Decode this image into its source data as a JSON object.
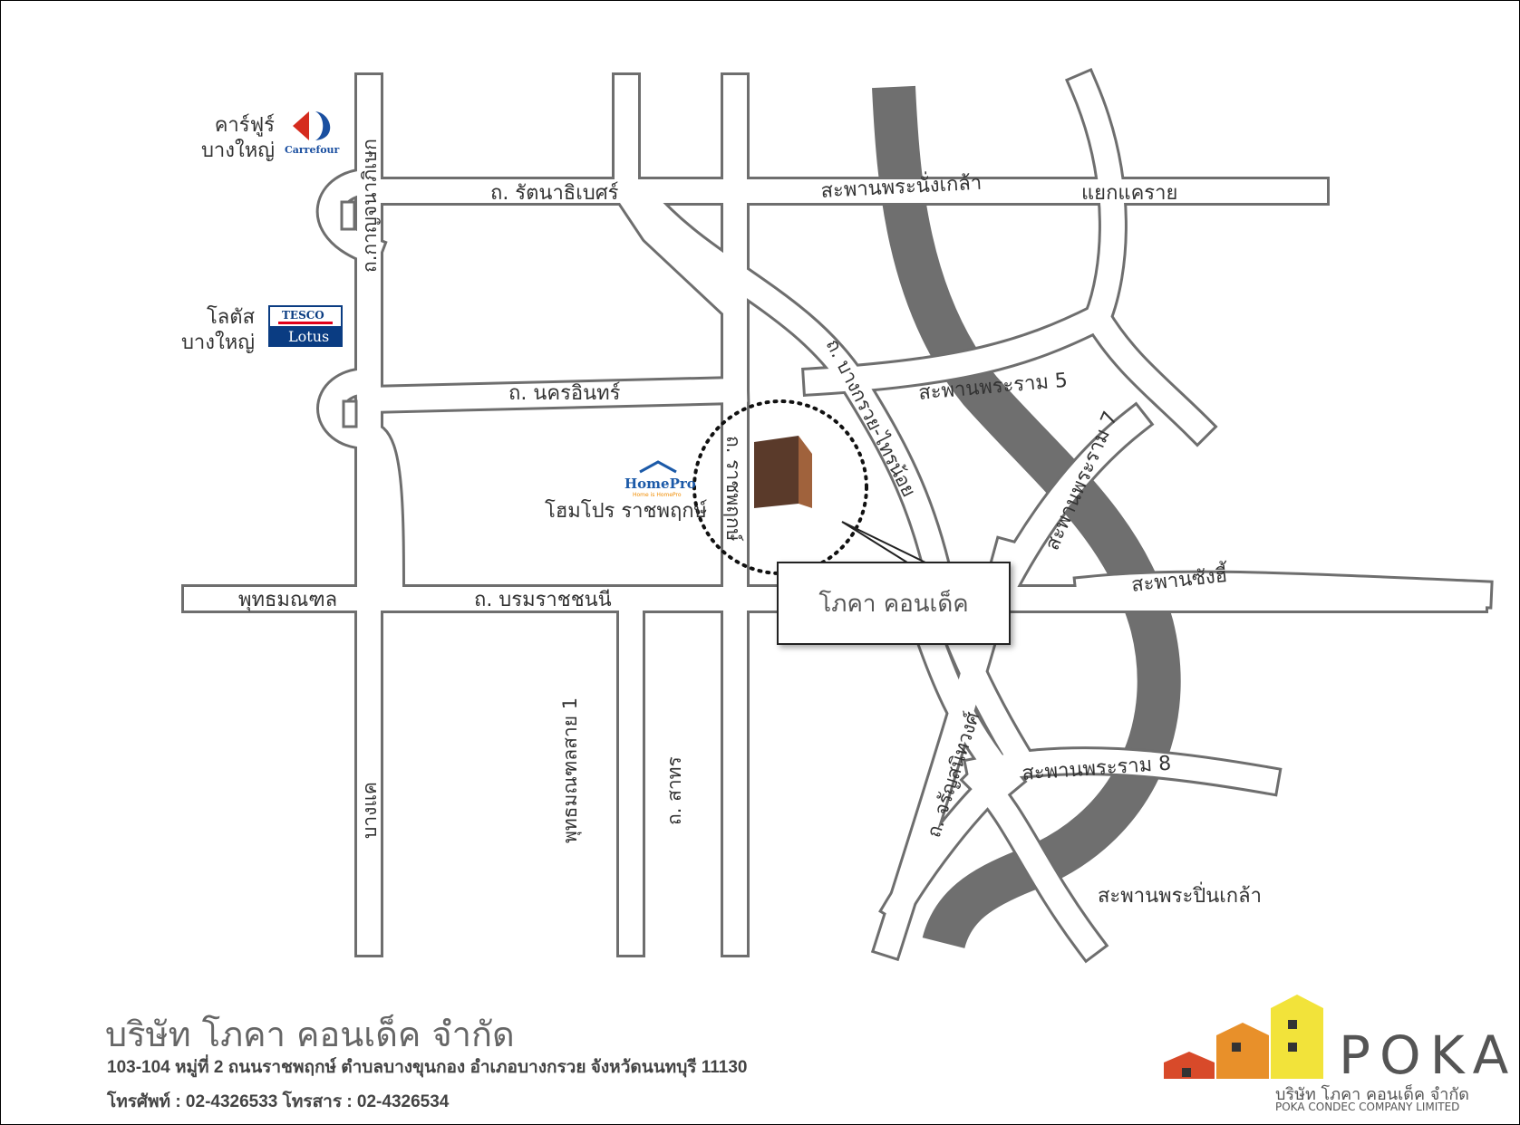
{
  "colors": {
    "road_fill": "#ffffff",
    "road_edge": "#6e6e6e",
    "river": "#6f6f6f",
    "site_building": "#5a3a2a",
    "carrefour_red": "#d52b1e",
    "carrefour_blue": "#1a4fa0",
    "tesco_red": "#e2001a",
    "tesco_blue": "#0a3c82",
    "homepro_blue": "#1c5aa8",
    "homepro_orange": "#f08c00",
    "poka_yellow": "#f2e33a",
    "poka_orange": "#e8902a",
    "poka_red": "#d84a2a"
  },
  "roads": {
    "rattanathibet": "ถ. รัตนาธิเบศร์",
    "kanchanaphisek": "ถ.กาญจนาภิเษก",
    "nakhon_in": "ถ. นครอินทร์",
    "ratchaphruek": "ถ. ราชพฤกษ์",
    "bang_kruai_sai_noi": "ถ. บางกรวย-ไทรน้อย",
    "borommaratchachonnani": "ถ. บรมราชชนนี",
    "phutthamonthon": "พุทธมณฑล",
    "phutthamonthon_sai_1": "พุทธมณฑลสาย 1",
    "sathon": "ถ. สาทร",
    "bang_khae": "บางแค",
    "charansanitwong": "ถ. จรัญสนิทวงศ์"
  },
  "bridges": {
    "phra_nang_klao": "สะพานพระนั่งเกล้า",
    "rama_5": "สะพานพระราม 5",
    "rama_7": "สะพานพระราม 7",
    "sang_hi": "สะพานซังฮี้",
    "rama_8": "สะพานพระราม 8",
    "phra_pin_klao": "สะพานพระปิ่นเกล้า",
    "khae_rai": "แยกแคราย"
  },
  "places": {
    "carrefour_name": "คาร์ฟูร์",
    "carrefour_branch": "บางใหญ่",
    "carrefour_brand": "Carrefour",
    "lotus_name": "โลตัส",
    "lotus_branch": "บางใหญ่",
    "tesco_word": "TESCO",
    "lotus_word": "Lotus",
    "homepro_brand": "HomePro",
    "homepro_tagline": "Home is HomePro",
    "homepro_label": "โฮมโปร ราชพฤกษ์"
  },
  "callout": {
    "label": "โภคา คอนเด็ค"
  },
  "footer": {
    "company": "บริษัท โภคา คอนเด็ค จำกัด",
    "address": "103-104 หมู่ที่ 2  ถนนราชพฤกษ์ ตำบลบางขุนกอง  อำเภอบางกรวย  จังหวัดนนทบุรี 11130",
    "phone": "โทรศัพท์  :  02-4326533    โทรสาร  :  02-4326534"
  },
  "logo": {
    "name": "POKA",
    "thai": "บริษัท โภคา คอนเด็ค จำกัด",
    "english": "POKA CONDEC COMPANY LIMITED"
  }
}
